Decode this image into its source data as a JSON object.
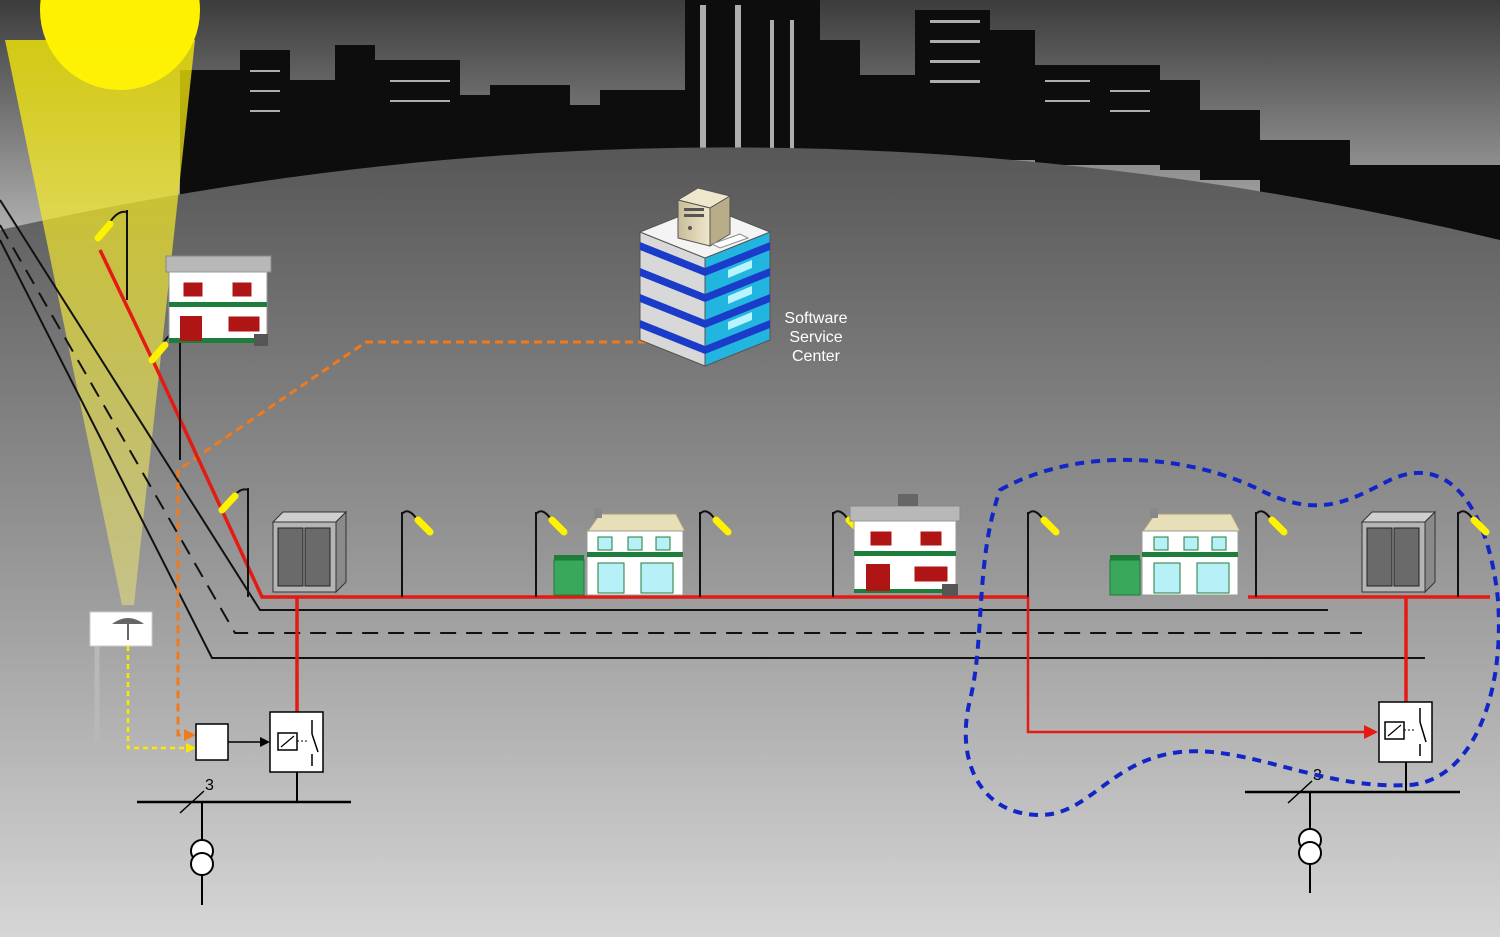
{
  "service_center": {
    "label_lines": [
      "Software",
      "Service",
      "Center"
    ]
  },
  "transformers": [
    {
      "phase_label": "3"
    },
    {
      "phase_label": "3"
    }
  ],
  "colors": {
    "power_line": "#e41b13",
    "data_link": "#f07a1c",
    "sensor_link": "#ffe800",
    "control_zone": "#1226c8",
    "sun": "#fff200",
    "ground_top": "#5a5a5a",
    "ground_bottom": "#d2d2d2"
  }
}
